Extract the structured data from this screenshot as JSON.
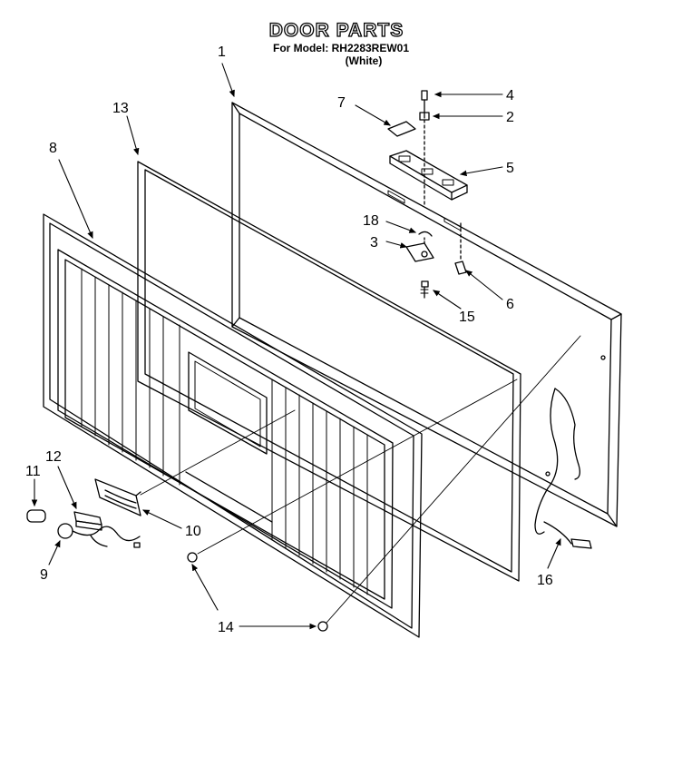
{
  "header": {
    "title": "DOOR PARTS",
    "model_line": "For Model: RH2283REW01",
    "color_line": "(White)"
  },
  "callouts": [
    "1",
    "13",
    "8",
    "7",
    "4",
    "2",
    "5",
    "18",
    "3",
    "6",
    "15",
    "12",
    "11",
    "10",
    "9",
    "14",
    "16"
  ]
}
